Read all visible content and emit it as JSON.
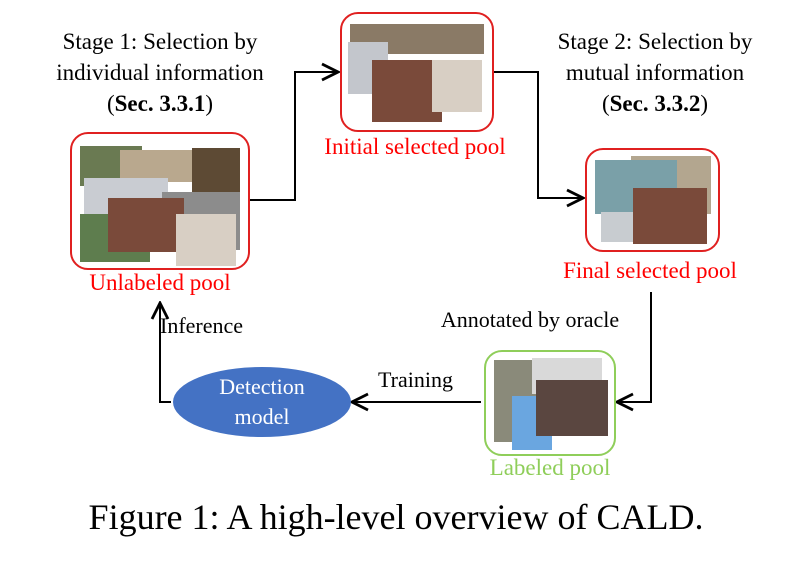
{
  "stage1": {
    "line1": "Stage 1: Selection by",
    "line2": "individual information",
    "sec": "Sec. 3.3.1"
  },
  "stage2": {
    "line1": "Stage 2: Selection by",
    "line2": "mutual information",
    "sec": "Sec. 3.3.2"
  },
  "pools": {
    "unlabeled": "Unlabeled pool",
    "initial": "Initial selected pool",
    "final": "Final selected pool",
    "labeled": "Labeled pool"
  },
  "edges": {
    "annotated": "Annotated by oracle",
    "training": "Training",
    "inference": "Inference"
  },
  "model": {
    "line1": "Detection",
    "line2": "model"
  },
  "caption": "Figure 1: A high-level overview of CALD.",
  "colors": {
    "selected": "#ff0000",
    "labeled": "#8fce5a",
    "model": "#4472c4"
  }
}
